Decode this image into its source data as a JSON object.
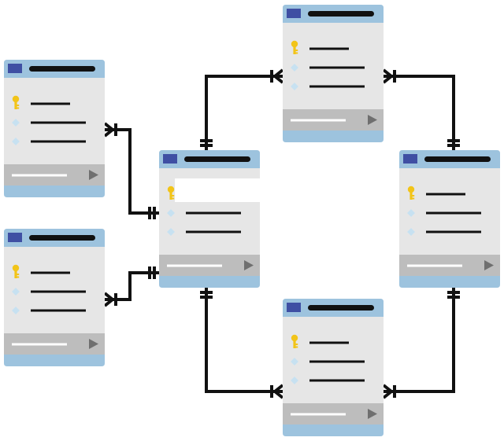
{
  "diagram": {
    "type": "entity-relationship",
    "colors": {
      "header": "#9dc3de",
      "body": "#e6e6e6",
      "footer_band": "#bdbdbd",
      "footer_bar": "#9dc3de",
      "header_square": "#3f4fa3",
      "title_bar": "#111111",
      "line": "#111111",
      "key_icon": "#f2c419",
      "diamond_icon": "#c7e1f1",
      "footer_input_line": "#ffffff",
      "footer_arrow": "#6f6f6f",
      "connector": "#111111"
    },
    "tables": [
      {
        "id": "table-left-top",
        "rows": [
          {
            "icon": "key-icon"
          },
          {
            "icon": "diamond-icon"
          },
          {
            "icon": "diamond-icon"
          }
        ]
      },
      {
        "id": "table-left-bottom",
        "rows": [
          {
            "icon": "key-icon"
          },
          {
            "icon": "diamond-icon"
          },
          {
            "icon": "diamond-icon"
          }
        ]
      },
      {
        "id": "table-center",
        "rows": [
          {
            "icon": "key-icon"
          },
          {
            "icon": "diamond-icon"
          },
          {
            "icon": "diamond-icon"
          }
        ]
      },
      {
        "id": "table-top",
        "rows": [
          {
            "icon": "key-icon"
          },
          {
            "icon": "diamond-icon"
          },
          {
            "icon": "diamond-icon"
          }
        ]
      },
      {
        "id": "table-right",
        "rows": [
          {
            "icon": "key-icon"
          },
          {
            "icon": "diamond-icon"
          },
          {
            "icon": "diamond-icon"
          }
        ]
      },
      {
        "id": "table-bottom",
        "rows": [
          {
            "icon": "key-icon"
          },
          {
            "icon": "diamond-icon"
          },
          {
            "icon": "diamond-icon"
          }
        ]
      }
    ],
    "relationships": [
      {
        "id": "rel-left-top-center",
        "from": "table-center",
        "to": "table-left-top",
        "from_end": "one",
        "to_end": "many"
      },
      {
        "id": "rel-left-bottom-center",
        "from": "table-center",
        "to": "table-left-bottom",
        "from_end": "one",
        "to_end": "many"
      },
      {
        "id": "rel-center-top",
        "from": "table-center",
        "to": "table-top",
        "from_end": "one",
        "to_end": "many"
      },
      {
        "id": "rel-top-right",
        "from": "table-right",
        "to": "table-top",
        "from_end": "one",
        "to_end": "many"
      },
      {
        "id": "rel-center-bottom",
        "from": "table-center",
        "to": "table-bottom",
        "from_end": "one",
        "to_end": "many"
      },
      {
        "id": "rel-right-bottom",
        "from": "table-right",
        "to": "table-bottom",
        "from_end": "one",
        "to_end": "many"
      }
    ]
  }
}
